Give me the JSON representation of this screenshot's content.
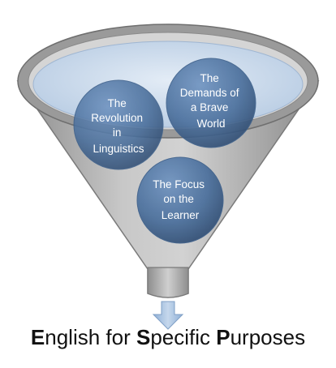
{
  "diagram": {
    "type": "funnel",
    "inputs": [
      {
        "id": "revolution",
        "lines": [
          "The",
          "Revolution",
          "in",
          "Linguistics"
        ]
      },
      {
        "id": "demands",
        "lines": [
          "The",
          "Demands of",
          "a Brave",
          "World"
        ]
      },
      {
        "id": "focus",
        "lines": [
          "The Focus",
          "on the",
          "Learner"
        ]
      }
    ],
    "output": {
      "parts": [
        {
          "text": "E",
          "bold": true
        },
        {
          "text": "nglish for ",
          "bold": false
        },
        {
          "text": "S",
          "bold": true
        },
        {
          "text": "pecific ",
          "bold": false
        },
        {
          "text": "P",
          "bold": true
        },
        {
          "text": "urposes",
          "bold": false
        }
      ]
    },
    "colors": {
      "funnel_gray": "#b3b3b3",
      "funnel_rim": "#8c8c8c",
      "mouth_blue": "#c9d8ea",
      "circle_blue": "#4a6f9c",
      "arrow_blue": "#a7c0dc"
    }
  }
}
